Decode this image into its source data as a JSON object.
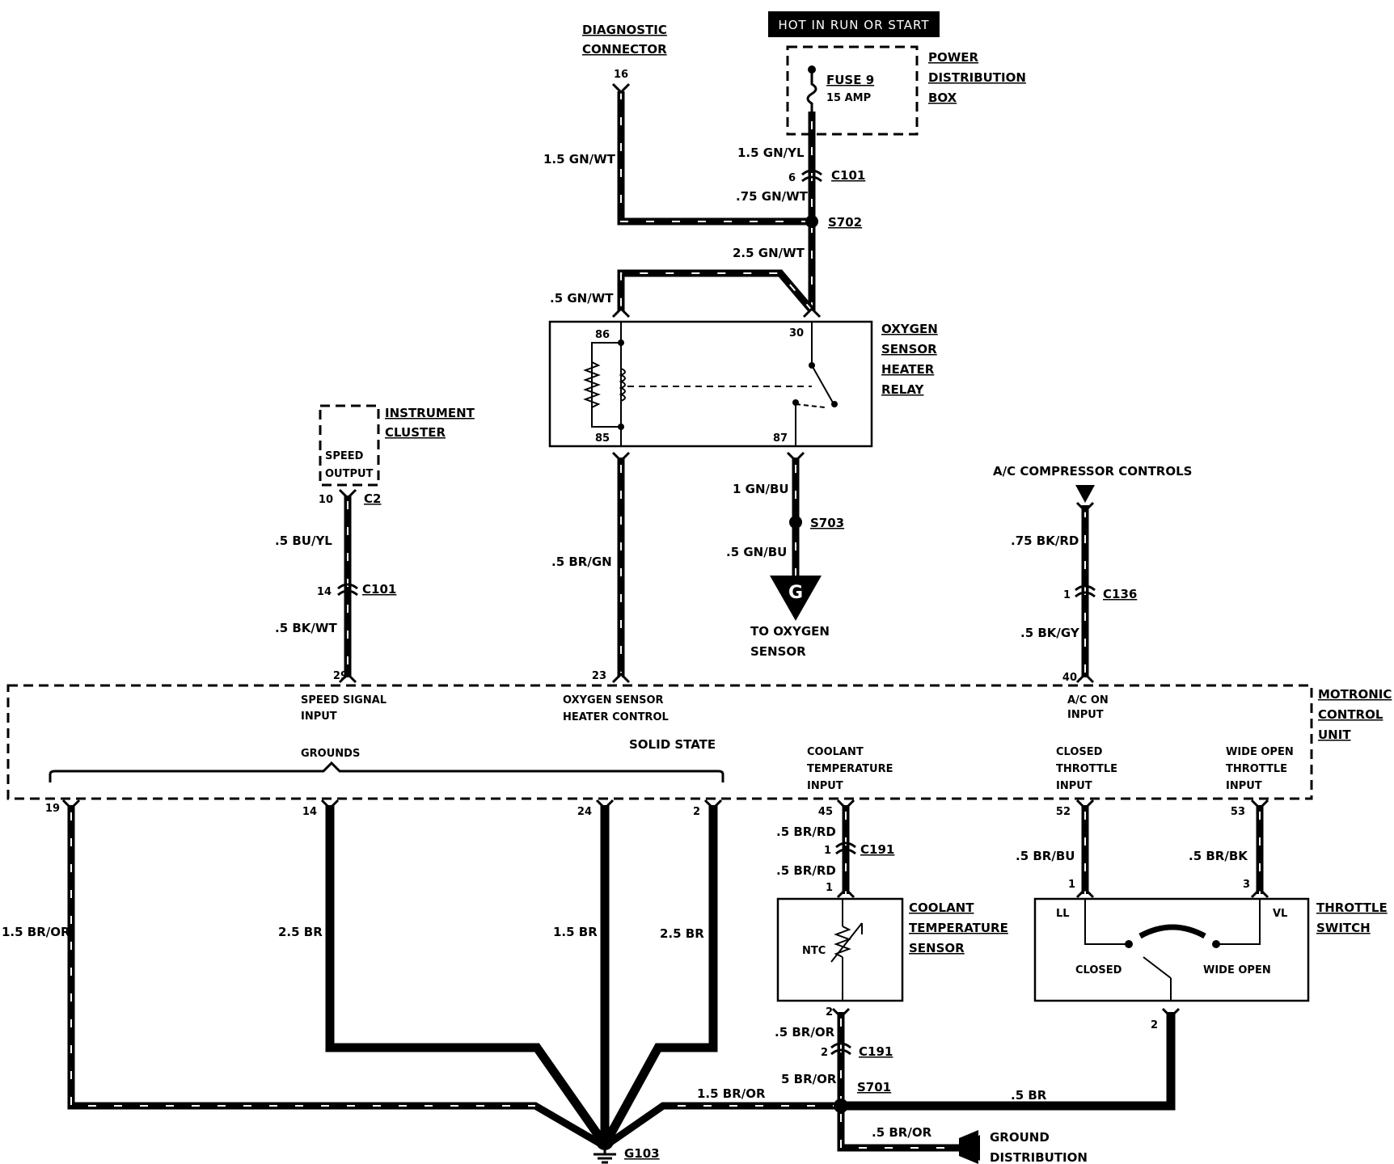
{
  "banner": "HOT IN RUN OR START",
  "components": {
    "power_distribution_box": [
      "POWER",
      "DISTRIBUTION",
      "BOX"
    ],
    "fuse": {
      "name": "FUSE 9",
      "rating": "15 AMP"
    },
    "diagnostic_connector": [
      "DIAGNOSTIC",
      "CONNECTOR"
    ],
    "relay": [
      "OXYGEN",
      "SENSOR",
      "HEATER",
      "RELAY"
    ],
    "instrument_cluster": [
      "INSTRUMENT",
      "CLUSTER"
    ],
    "speed_output": [
      "SPEED",
      "OUTPUT"
    ],
    "ac_controls": "A/C COMPRESSOR CONTROLS",
    "oxygen_sensor": [
      "TO OXYGEN",
      "SENSOR"
    ],
    "oxygen_connector_letter": "G",
    "ecu": [
      "MOTRONIC",
      "CONTROL",
      "UNIT"
    ],
    "ecu_pins": {
      "speed": [
        "SPEED SIGNAL",
        "INPUT"
      ],
      "o2": [
        "OXYGEN SENSOR",
        "HEATER CONTROL"
      ],
      "ac": [
        "A/C ON",
        "INPUT"
      ],
      "solid_state": "SOLID STATE",
      "grounds": "GROUNDS",
      "coolant": [
        "COOLANT",
        "TEMPERATURE",
        "INPUT"
      ],
      "closed": [
        "CLOSED",
        "THROTTLE",
        "INPUT"
      ],
      "wot": [
        "WIDE OPEN",
        "THROTTLE",
        "INPUT"
      ]
    },
    "coolant_sensor": [
      "COOLANT",
      "TEMPERATURE",
      "SENSOR"
    ],
    "ntc": "NTC",
    "throttle_switch": [
      "THROTTLE",
      "SWITCH"
    ],
    "throttle_ll": "LL",
    "throttle_vl": "VL",
    "throttle_closed": "CLOSED",
    "throttle_wide_open": "WIDE OPEN",
    "ground_distribution": [
      "GROUND",
      "DISTRIBUTION"
    ]
  },
  "connectors": {
    "c101": "C101",
    "c2": "C2",
    "c136": "C136",
    "c191": "C191",
    "s702": "S702",
    "s703": "S703",
    "s701": "S701",
    "g103": "G103"
  },
  "wires": {
    "diag": "1.5 GN/WT",
    "fuse_out": "1.5 GN/YL",
    "c101_out": ".75 GN/WT",
    "s702_out": "2.5 GN/WT",
    "relay86": ".5 GN/WT",
    "relay85": ".5 BR/GN",
    "relay87": "1 GN/BU",
    "s703_out": ".5 GN/BU",
    "speed_top": ".5 BU/YL",
    "speed_bot": ".5 BK/WT",
    "ac_top": ".75 BK/RD",
    "ac_bot": ".5 BK/GY",
    "gnd19": "1.5 BR/OR",
    "gnd14": "2.5 BR",
    "gnd24": "1.5 BR",
    "gnd2": "2.5 BR",
    "cool_top1": ".5 BR/RD",
    "cool_top2": ".5 BR/RD",
    "cool_bot1": ".5 BR/OR",
    "cool_bot2": "5 BR/OR",
    "s701_g103": "1.5 BR/OR",
    "s701_thr": ".5 BR",
    "gdist": ".5 BR/OR",
    "closed_wire": ".5 BR/BU",
    "wot_wire": ".5 BR/BK"
  },
  "pins": {
    "diag16": "16",
    "c101_6": "6",
    "relay30": "30",
    "relay86": "86",
    "relay85": "85",
    "relay87": "87",
    "c2_10": "10",
    "c101_14": "14",
    "ecu29": "29",
    "ecu23": "23",
    "c136_1": "1",
    "ecu40": "40",
    "ecu19": "19",
    "ecu14": "14",
    "ecu24": "24",
    "ecu2": "2",
    "ecu45": "45",
    "c191_1": "1",
    "cts1": "1",
    "cts2": "2",
    "c191_2": "2",
    "ecu52": "52",
    "ecu53": "53",
    "thr1": "1",
    "thr3": "3",
    "thr2": "2"
  }
}
